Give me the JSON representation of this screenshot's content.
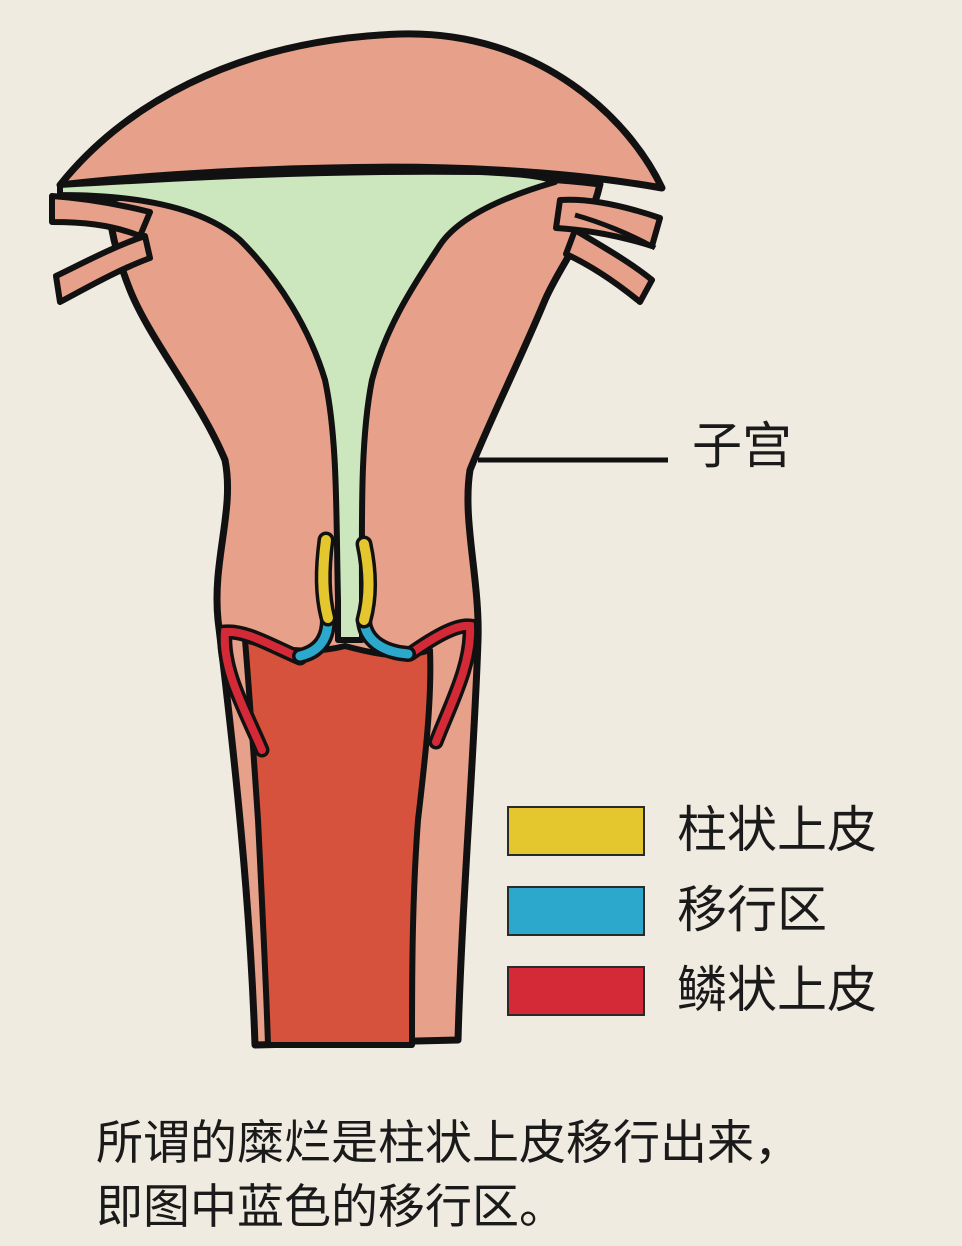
{
  "diagram": {
    "callout_label": "子宫",
    "legend": [
      {
        "label": "柱状上皮",
        "color": "#e4c72e"
      },
      {
        "label": "移行区",
        "color": "#2ba8cc"
      },
      {
        "label": "鳞状上皮",
        "color": "#d42a37"
      }
    ],
    "caption_lines": [
      "所谓的糜烂是柱状上皮移行出来，",
      "即图中蓝色的移行区。"
    ],
    "colors": {
      "background": "#f0ebe0",
      "tissue": "#e7a08a",
      "uterine_cavity": "#cce7bd",
      "canal": "#d6523d",
      "outline": "#111111"
    }
  }
}
